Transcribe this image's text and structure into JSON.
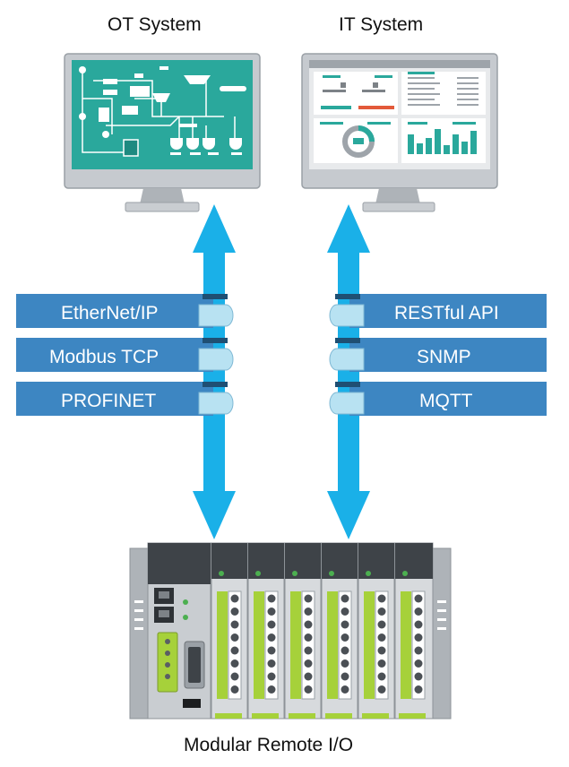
{
  "titles": {
    "ot_system": "OT System",
    "it_system": "IT System",
    "remote_io": "Modular Remote I/O"
  },
  "protocols": {
    "ot": [
      "EtherNet/IP",
      "Modbus TCP",
      "PROFINET"
    ],
    "it": [
      "RESTful API",
      "SNMP",
      "MQTT"
    ]
  },
  "colors": {
    "arrow": "#1ab0e8",
    "protocol_band": "#3d86c2",
    "screen_ot": "#26a69a",
    "monitor_frame": "#bfc4c9",
    "io_module_green": "#a6d13a"
  }
}
